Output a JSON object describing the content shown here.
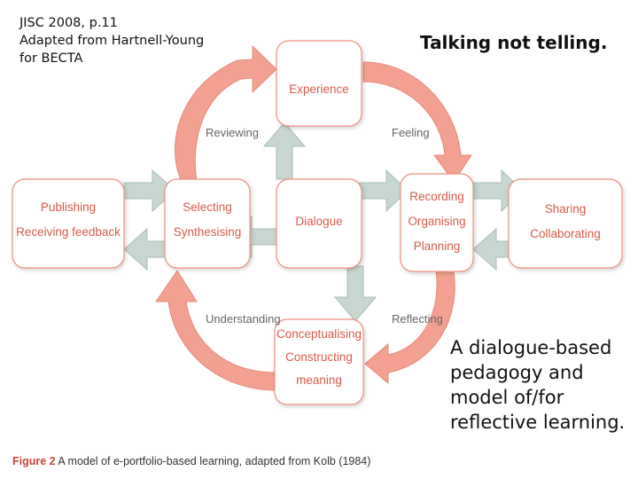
{
  "source_note": [
    "JISC 2008, p.11",
    "Adapted from Hartnell-Young",
    "for BECTA"
  ],
  "heading": "Talking not telling.",
  "right_caption": [
    "A dialogue-based",
    "pedagogy and",
    "model of/for",
    "reflective learning."
  ],
  "figure_caption": {
    "label": "Figure 2",
    "text": "A model of e-portfolio-based learning, adapted from Kolb (1984)"
  },
  "boxes": {
    "experience": [
      "Experience"
    ],
    "publishing": [
      "Publishing",
      "Receiving feedback"
    ],
    "selecting": [
      "Selecting",
      "Synthesising"
    ],
    "dialogue": [
      "Dialogue"
    ],
    "recording": [
      "Recording",
      "Organising",
      "Planning"
    ],
    "sharing": [
      "Sharing",
      "Collaborating"
    ],
    "conceptualising": [
      "Conceptualising",
      "Constructing",
      "meaning"
    ]
  },
  "flow_labels": {
    "reviewing": "Reviewing",
    "feeling": "Feeling",
    "understanding": "Understanding",
    "reflecting": "Reflecting"
  },
  "colors": {
    "box_fill": "#ffffff",
    "box_border": "#ee8f80",
    "box_text": "#d95b4b",
    "cycle_arrow": "#f2a190",
    "side_arrow": "#c7d6cf",
    "side_arrow_edge": "#a9bdb4"
  }
}
